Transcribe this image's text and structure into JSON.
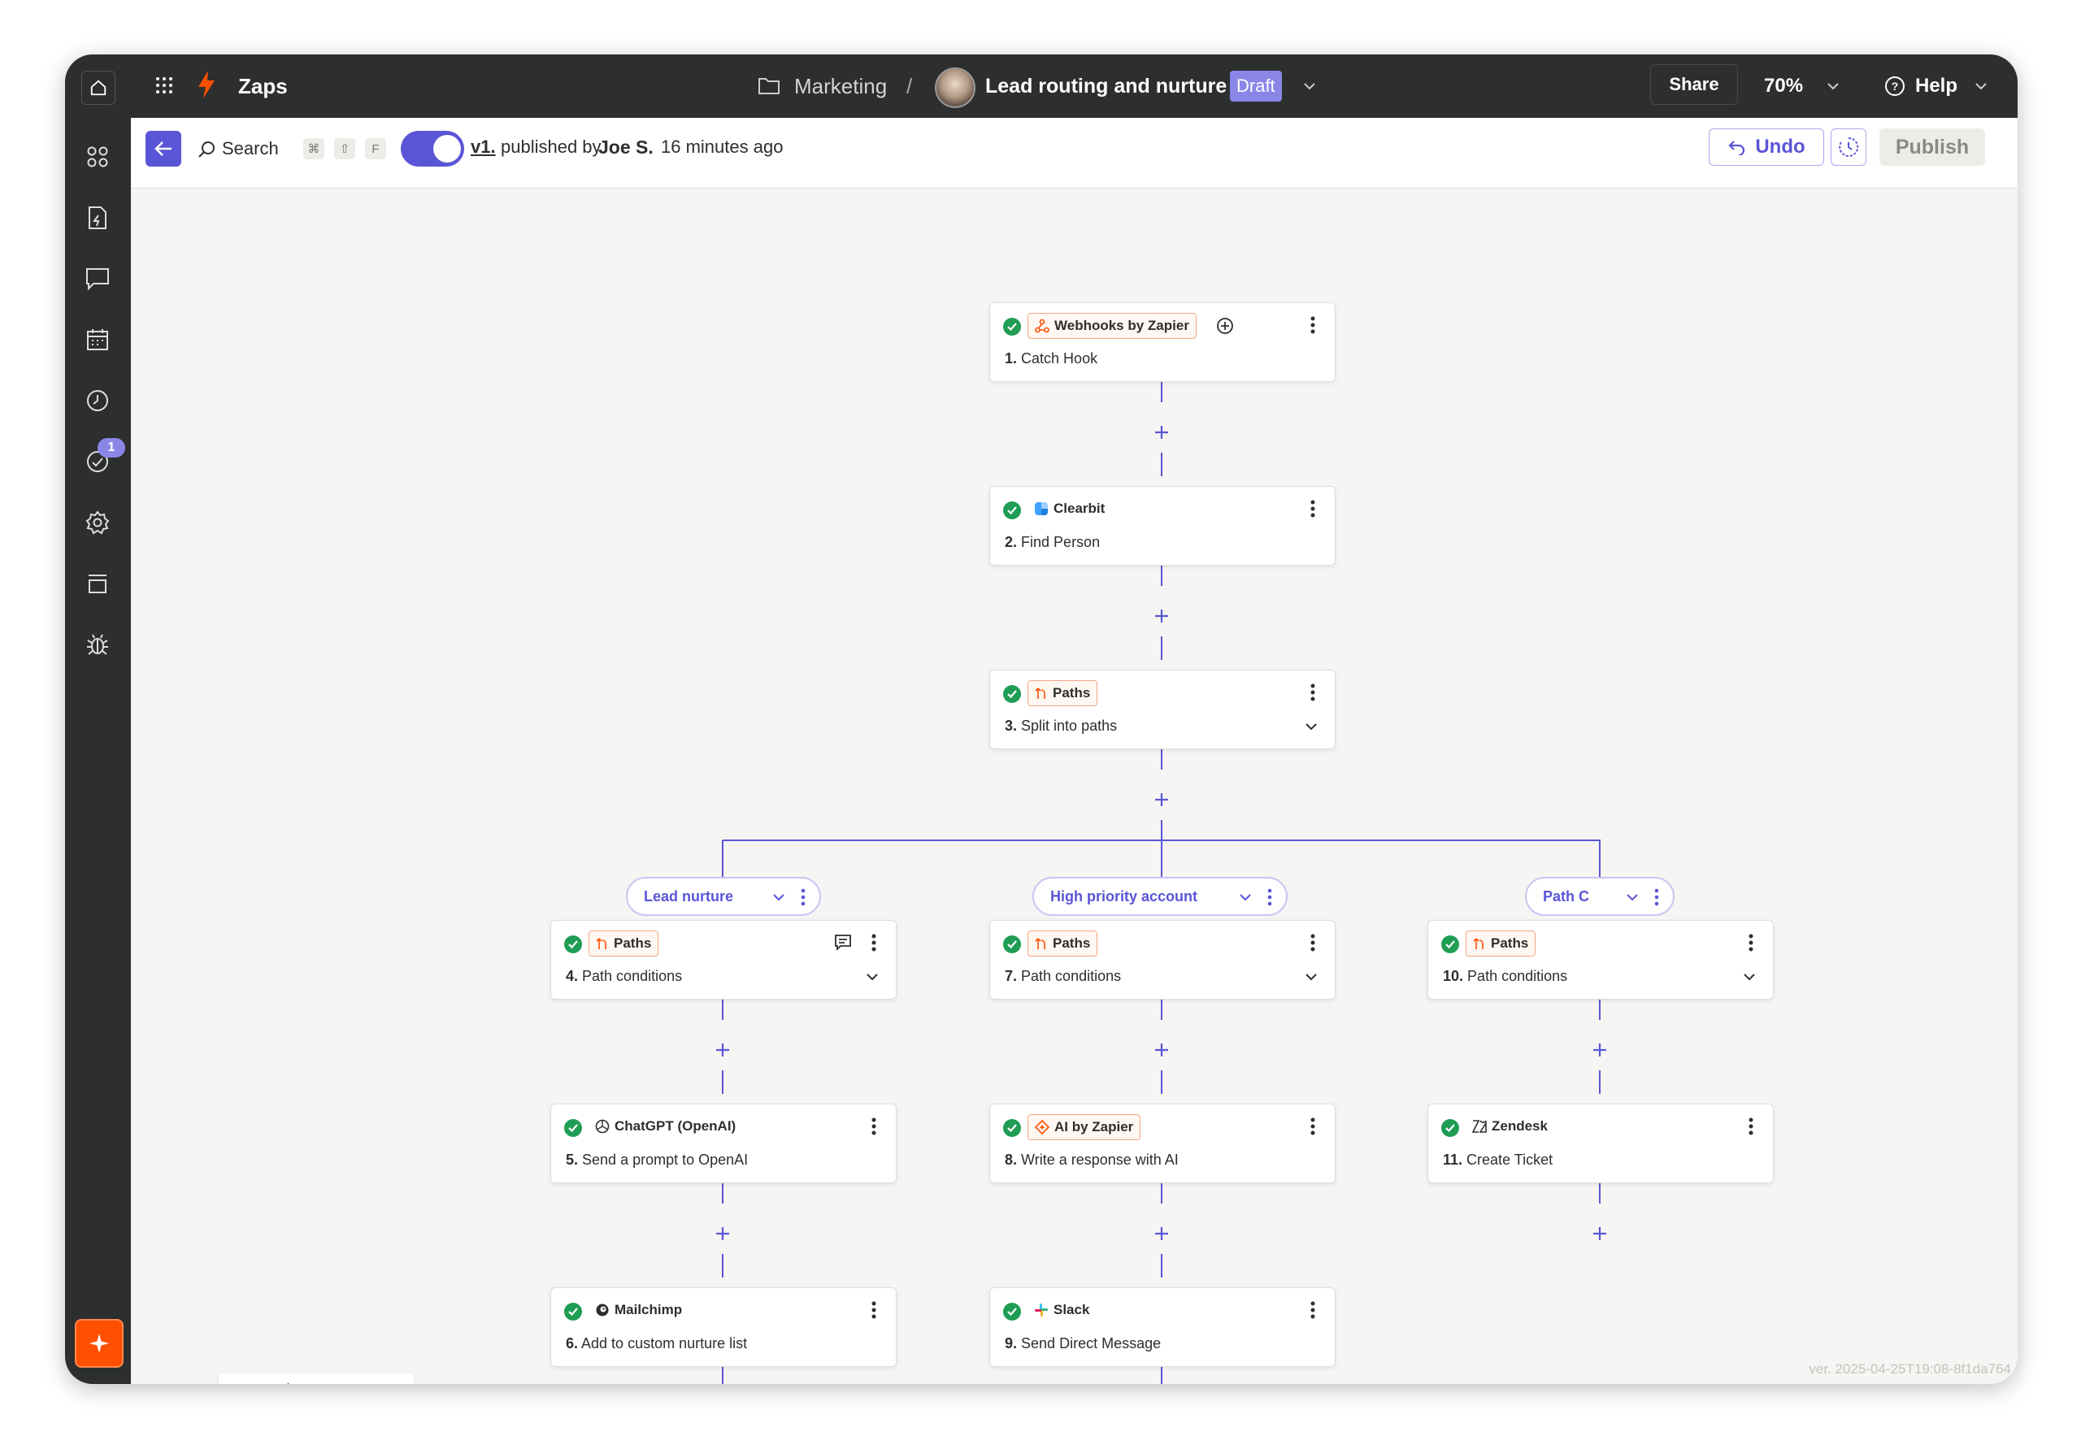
{
  "topbar": {
    "app_name": "Zaps",
    "folder": "Marketing",
    "separator": "/",
    "zap_name": "Lead routing and nurture",
    "status_badge": "Draft",
    "share_label": "Share",
    "zoom": "70%",
    "help_label": "Help"
  },
  "sidebar": {
    "notification_count": "1",
    "items": [
      "apps-icon",
      "zap-runs-icon",
      "comments-icon",
      "calendar-icon",
      "history-icon",
      "alerts-icon",
      "settings-icon",
      "archive-icon",
      "debug-icon"
    ]
  },
  "subbar": {
    "search_label": "Search",
    "shortcut_keys": [
      "⌘",
      "⇧",
      "F"
    ],
    "version_link": "v1.",
    "published_by_text": "published by",
    "publisher": "Joe S.",
    "time_ago": "16 minutes ago",
    "undo_label": "Undo",
    "publish_label": "Publish",
    "toggle_on": true
  },
  "steps": [
    {
      "app": "Webhooks by Zapier",
      "number": "1.",
      "title": "Catch Hook"
    },
    {
      "app": "Clearbit",
      "number": "2.",
      "title": "Find Person"
    },
    {
      "app": "Paths",
      "number": "3.",
      "title": "Split into paths"
    },
    {
      "app": "Paths",
      "number": "4.",
      "title": "Path conditions"
    },
    {
      "app": "ChatGPT (OpenAI)",
      "number": "5.",
      "title": "Send a prompt to OpenAI"
    },
    {
      "app": "Mailchimp",
      "number": "6.",
      "title": "Add to custom nurture list"
    },
    {
      "app": "Paths",
      "number": "7.",
      "title": "Path conditions"
    },
    {
      "app": "AI by Zapier",
      "number": "8.",
      "title": "Write a response with AI"
    },
    {
      "app": "Slack",
      "number": "9.",
      "title": "Send Direct Message"
    },
    {
      "app": "Paths",
      "number": "10.",
      "title": "Path conditions"
    },
    {
      "app": "Zendesk",
      "number": "11.",
      "title": "Create Ticket"
    }
  ],
  "paths": [
    {
      "name": "Lead nurture"
    },
    {
      "name": "High priority account"
    },
    {
      "name": "Path C"
    }
  ],
  "version_text": "ver. 2025-04-25T19:08-8f1da764",
  "colors": {
    "accent": "#5a55d6",
    "brand_orange": "#ff4f00",
    "success": "#1f9d55",
    "dark_bar": "#2d2e2e"
  }
}
